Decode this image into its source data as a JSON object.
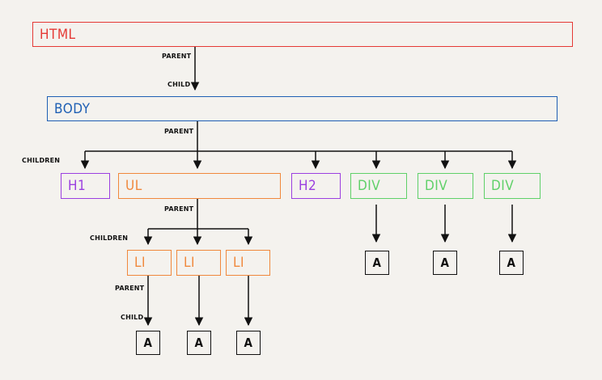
{
  "colors": {
    "html": "#e53935",
    "body": "#1e5fb4",
    "heading": "#9b3fe0",
    "list": "#f0883c",
    "div": "#5fd068",
    "anchor": "#111111",
    "line": "#111111",
    "background": "#f4f2ee"
  },
  "nodes": {
    "html": "HTML",
    "body": "BODY",
    "h1": "H1",
    "ul": "UL",
    "h2": "H2",
    "div1": "DIV",
    "div2": "DIV",
    "div3": "DIV",
    "li1": "LI",
    "li2": "LI",
    "li3": "LI",
    "a_li1": "A",
    "a_li2": "A",
    "a_li3": "A",
    "a_div1": "A",
    "a_div2": "A",
    "a_div3": "A"
  },
  "labels": {
    "parent_html": "PARENT",
    "child_body": "CHILD",
    "parent_body": "PARENT",
    "children_body": "CHILDREN",
    "parent_ul": "PARENT",
    "children_ul": "CHILDREN",
    "parent_li": "PARENT",
    "child_li": "CHILD"
  }
}
